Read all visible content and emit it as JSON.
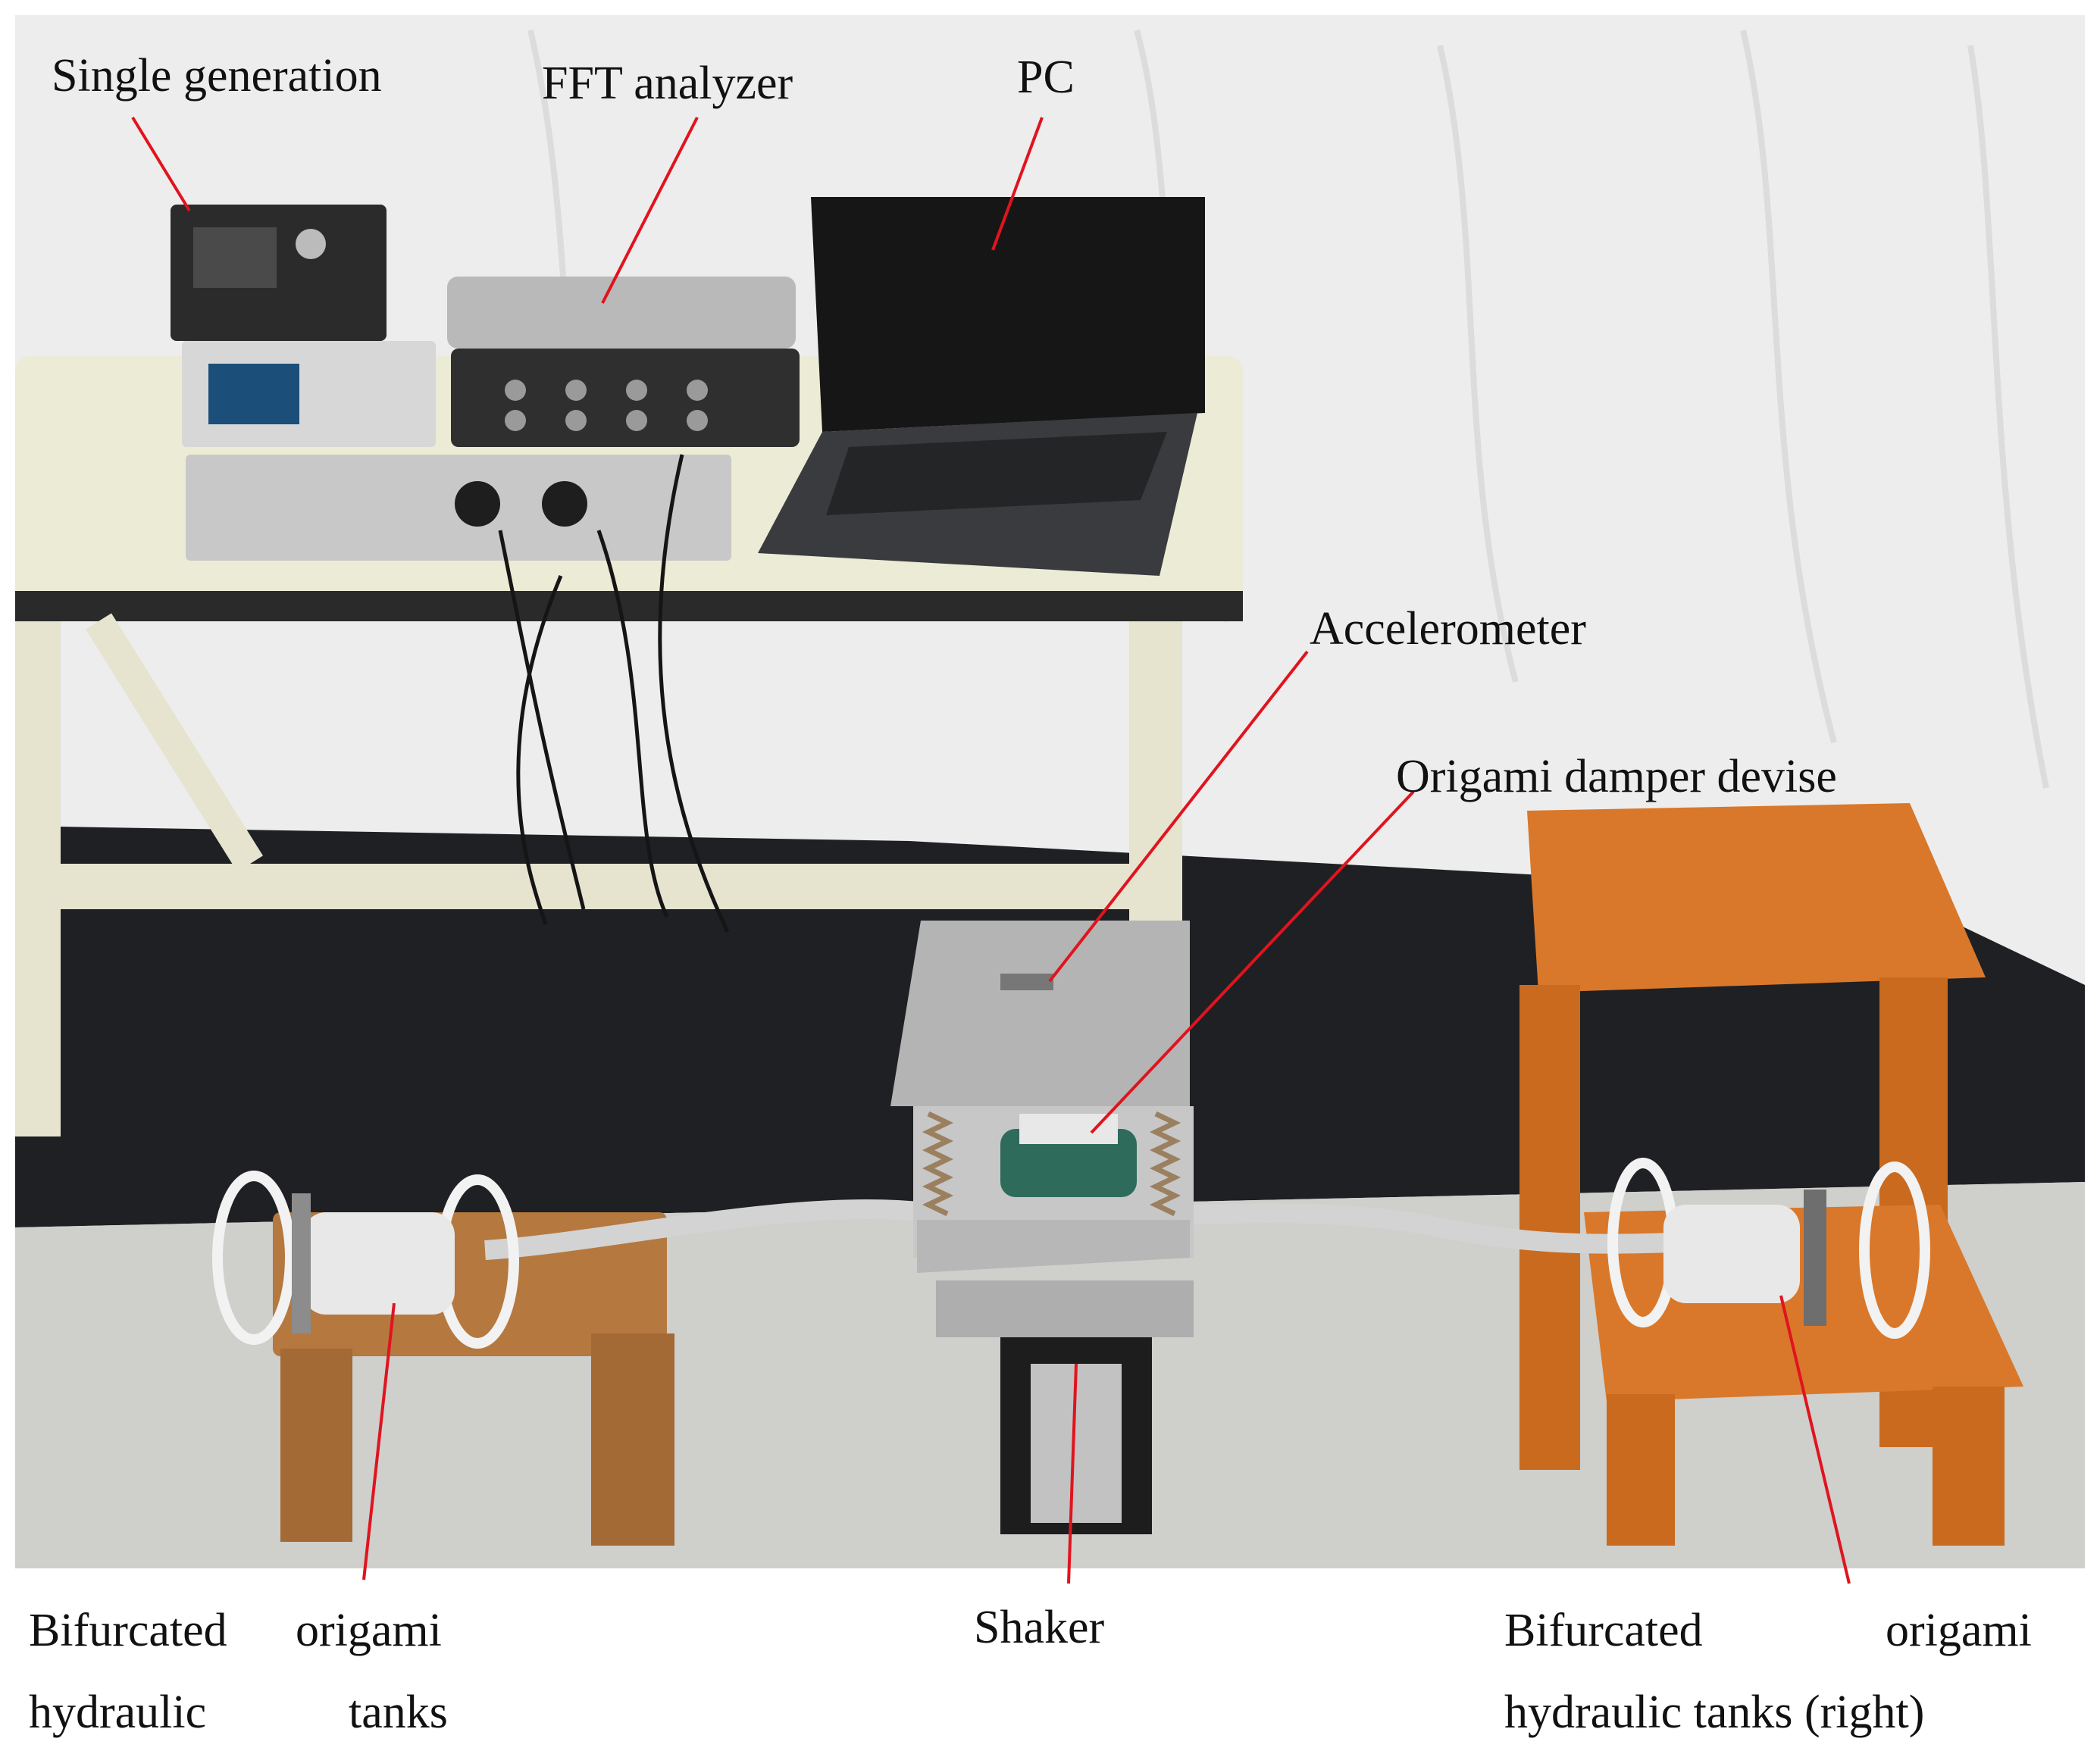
{
  "labels": {
    "signal_gen": "Single generation",
    "fft": "FFT analyzer",
    "pc": "PC",
    "accelerometer": "Accelerometer",
    "damper": "Origami damper devise",
    "shaker": "Shaker",
    "left_tank_l1a": "Bifurcated",
    "left_tank_l1b": "origami",
    "left_tank_l2a": "hydraulic",
    "left_tank_l2b": "tanks",
    "right_tank_l1a": "Bifurcated",
    "right_tank_l1b": "origami",
    "right_tank_l2": "hydraulic tanks (right)"
  },
  "colors": {
    "leader_line": "#e0141e",
    "backdrop": "#eeeeee",
    "floor_mat": "#1f2023",
    "floor": "#cfcfcc",
    "table_top": "#ecebd6",
    "stool_wood": "#d9782a",
    "small_stool_wood": "#b5783f"
  }
}
